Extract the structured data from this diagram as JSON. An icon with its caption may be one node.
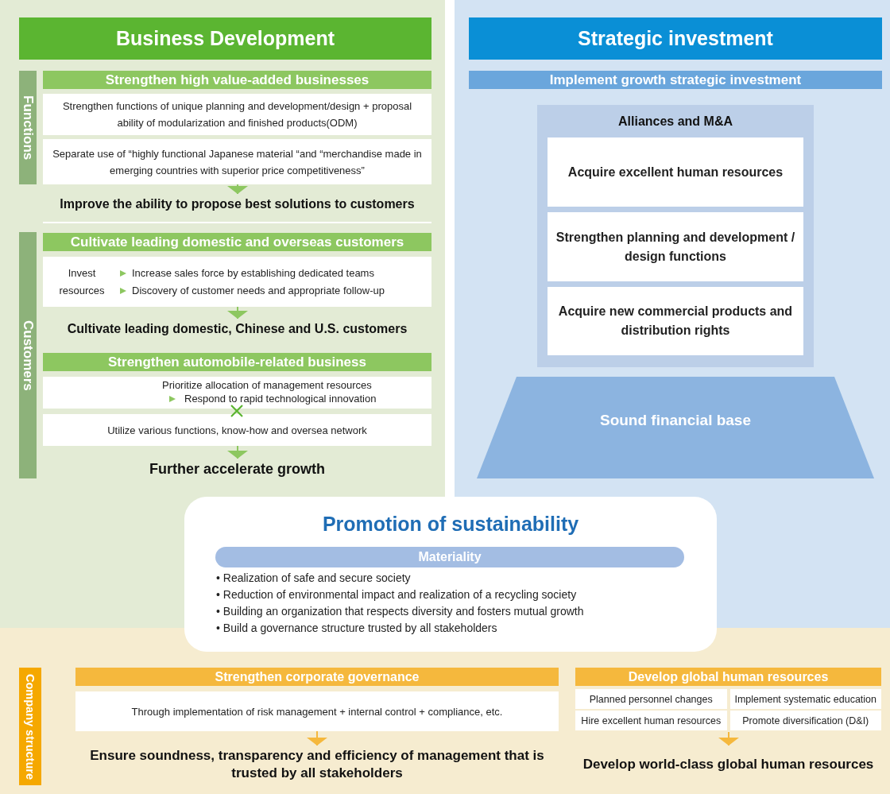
{
  "diagram": {
    "nodes": [
      {
        "text": [
          "Business Development"
        ]
      },
      {
        "text": [
          "Functions"
        ],
        "in": 0
      },
      {
        "text": [
          "Strengthen high value-added businesses"
        ],
        "in": 0
      },
      {
        "text": [
          "Strengthen functions of unique planning and development/design + proposal ability of modularization and finished products(ODM)"
        ],
        "in": 0
      },
      {
        "text": [
          "Separate use of “highly functional Japanese material “and “merchandise made in emerging countries with superior price competitiveness”"
        ],
        "in": 0
      },
      {
        "text": [
          "Improve the ability to propose best solutions to customers"
        ],
        "in": 0
      },
      {
        "text": [
          "Customers"
        ],
        "in": 0
      },
      {
        "text": [
          "Cultivate leading domestic and overseas customers"
        ],
        "in": 0
      },
      {
        "text": [
          "Invest resources",
          "Increase sales force by establishing dedicated teams",
          "Discovery of customer needs and appropriate follow-up"
        ],
        "in": 0
      },
      {
        "text": [
          "Cultivate leading domestic, Chinese and U.S. customers"
        ],
        "in": 0
      },
      {
        "text": [
          "Strengthen automobile-related business"
        ],
        "in": 0
      },
      {
        "text": [
          "Prioritize allocation of management resources",
          "Respond to rapid technological innovation"
        ],
        "in": 0
      },
      {
        "text": [
          "Utilize various functions, know-how and oversea network"
        ],
        "in": 0
      },
      {
        "text": [
          "Further accelerate growth"
        ],
        "in": 0
      },
      {
        "text": [
          "Strategic investment"
        ]
      },
      {
        "text": [
          "Implement growth strategic investment"
        ],
        "in": 14
      },
      {
        "text": [
          "Alliances and M&A"
        ],
        "in": 14
      },
      {
        "text": [
          "Acquire excellent human resources"
        ],
        "in": 16
      },
      {
        "text": [
          "Strengthen planning and development / design functions"
        ],
        "in": 16
      },
      {
        "text": [
          "Acquire new commercial products and distribution rights"
        ],
        "in": 16
      },
      {
        "text": [
          "Sound financial base"
        ],
        "in": 14
      },
      {
        "text": [
          "Promotion of sustainability",
          "• Realization of safe and secure society",
          "• Reduction of environmental impact and realization of a recycling society",
          "• Building an organization that respects diversity and fosters mutual growth",
          "• Build a governance structure trusted by all stakeholders"
        ]
      },
      {
        "text": [
          "Materiality"
        ],
        "in": 21
      },
      {
        "text": [
          "Company structure"
        ]
      },
      {
        "text": [
          "Strengthen corporate governance"
        ]
      },
      {
        "text": [
          "Through implementation of risk management + internal control + compliance, etc."
        ]
      },
      {
        "text": [
          "Ensure soundness, transparency and efficiency of management that is trusted by all stakeholders"
        ]
      },
      {
        "text": [
          "Develop global human resources"
        ]
      },
      {
        "text": [
          "Planned personnel changes",
          "Implement systematic education",
          "Hire excellent human resources",
          "Promote diversification (D&I)"
        ]
      },
      {
        "text": [
          "Develop world-class global human resources"
        ]
      }
    ],
    "edges": [
      {
        "from": 4,
        "to": 5,
        "arrow": "to"
      },
      {
        "from": 8,
        "to": 9,
        "arrow": "to"
      },
      {
        "from": 12,
        "to": 13,
        "arrow": "to"
      },
      {
        "from": 25,
        "to": 26,
        "arrow": "to",
        "color": "#f5b83d"
      },
      {
        "from": 28,
        "to": 29,
        "arrow": "to",
        "color": "#f5b83d"
      }
    ]
  }
}
